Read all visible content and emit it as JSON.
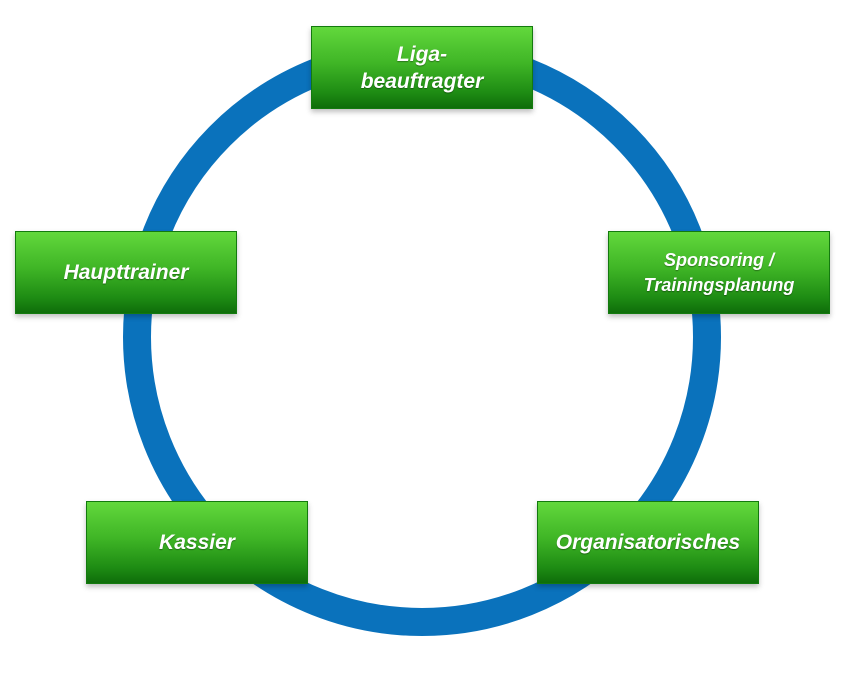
{
  "diagram": {
    "ring_color": "#0a72bc",
    "node_color": "#3fb526",
    "nodes": [
      {
        "label": "Liga-\nbeauftragter"
      },
      {
        "label": "Sponsoring /\nTrainingsplanung"
      },
      {
        "label": "Organisatorisches"
      },
      {
        "label": "Kassier"
      },
      {
        "label": "Haupttrainer"
      }
    ]
  }
}
